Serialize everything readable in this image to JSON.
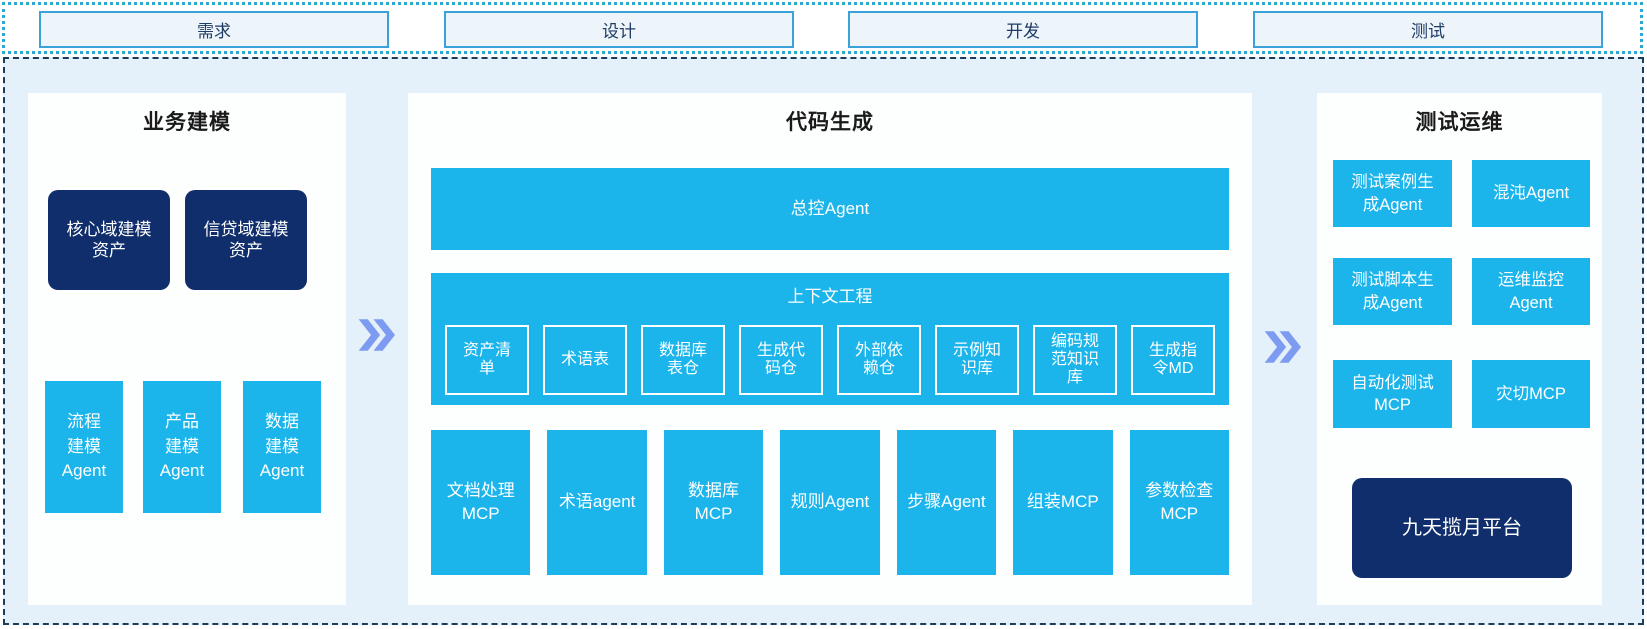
{
  "phases": [
    {
      "label": "需求"
    },
    {
      "label": "设计"
    },
    {
      "label": "开发"
    },
    {
      "label": "测试"
    }
  ],
  "panels": {
    "business": {
      "title": "业务建模",
      "assets": [
        "核心域建模\n资产",
        "信贷域建模\n资产"
      ],
      "agents": [
        "流程\n建模\nAgent",
        "产品\n建模\nAgent",
        "数据\n建模\nAgent"
      ]
    },
    "codegen": {
      "title": "代码生成",
      "master_agent": "总控Agent",
      "context_engineering": {
        "title": "上下文工程",
        "items": [
          "资产清\n单",
          "术语表",
          "数据库\n表仓",
          "生成代\n码仓",
          "外部依\n赖仓",
          "示例知\n识库",
          "编码规\n范知识\n库",
          "生成指\n令MD"
        ]
      },
      "tools": [
        "文档处理\nMCP",
        "术语agent",
        "数据库\nMCP",
        "规则Agent",
        "步骤Agent",
        "组装MCP",
        "参数检查\nMCP"
      ]
    },
    "testops": {
      "title": "测试运维",
      "boxes": [
        "测试案例生\n成Agent",
        "混沌Agent",
        "测试脚本生\n成Agent",
        "运维监控\nAgent",
        "自动化测试\nMCP",
        "灾切MCP"
      ],
      "platform": "九天揽月平台"
    }
  },
  "colors": {
    "cyan": "#1bb5ec",
    "navy": "#0f2e6b",
    "chevron": "#7d9cf1",
    "main_background": "#e4f1fa",
    "dashed_border": "#1c3c5a",
    "dotted_border": "#2aa8d4",
    "phase_box_border": "#3aa2d9",
    "phase_text": "#1e3c64"
  }
}
